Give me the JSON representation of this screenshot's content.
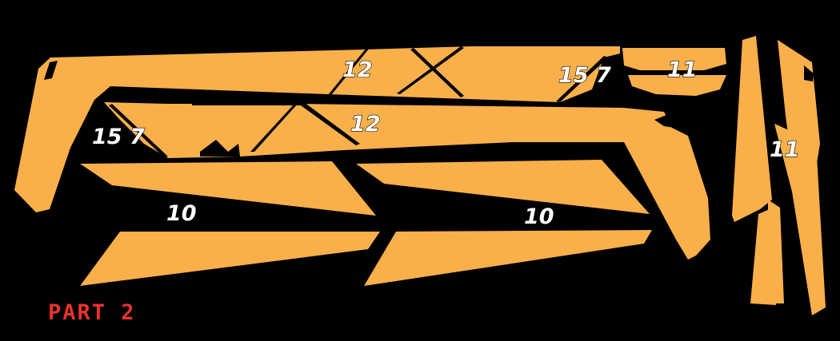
{
  "sheet": {
    "title": "PART 2",
    "labels": {
      "top_a": "12",
      "top_b": "15 7",
      "top_c": "11",
      "mid_a": "15 7",
      "mid_b": "12",
      "left_10": "10",
      "right_10": "10",
      "side_11": "11"
    }
  },
  "colors": {
    "background": "#000000",
    "decal": "#F9B04A",
    "label_text": "#FFFFFF",
    "title_text": "#E8322B"
  }
}
